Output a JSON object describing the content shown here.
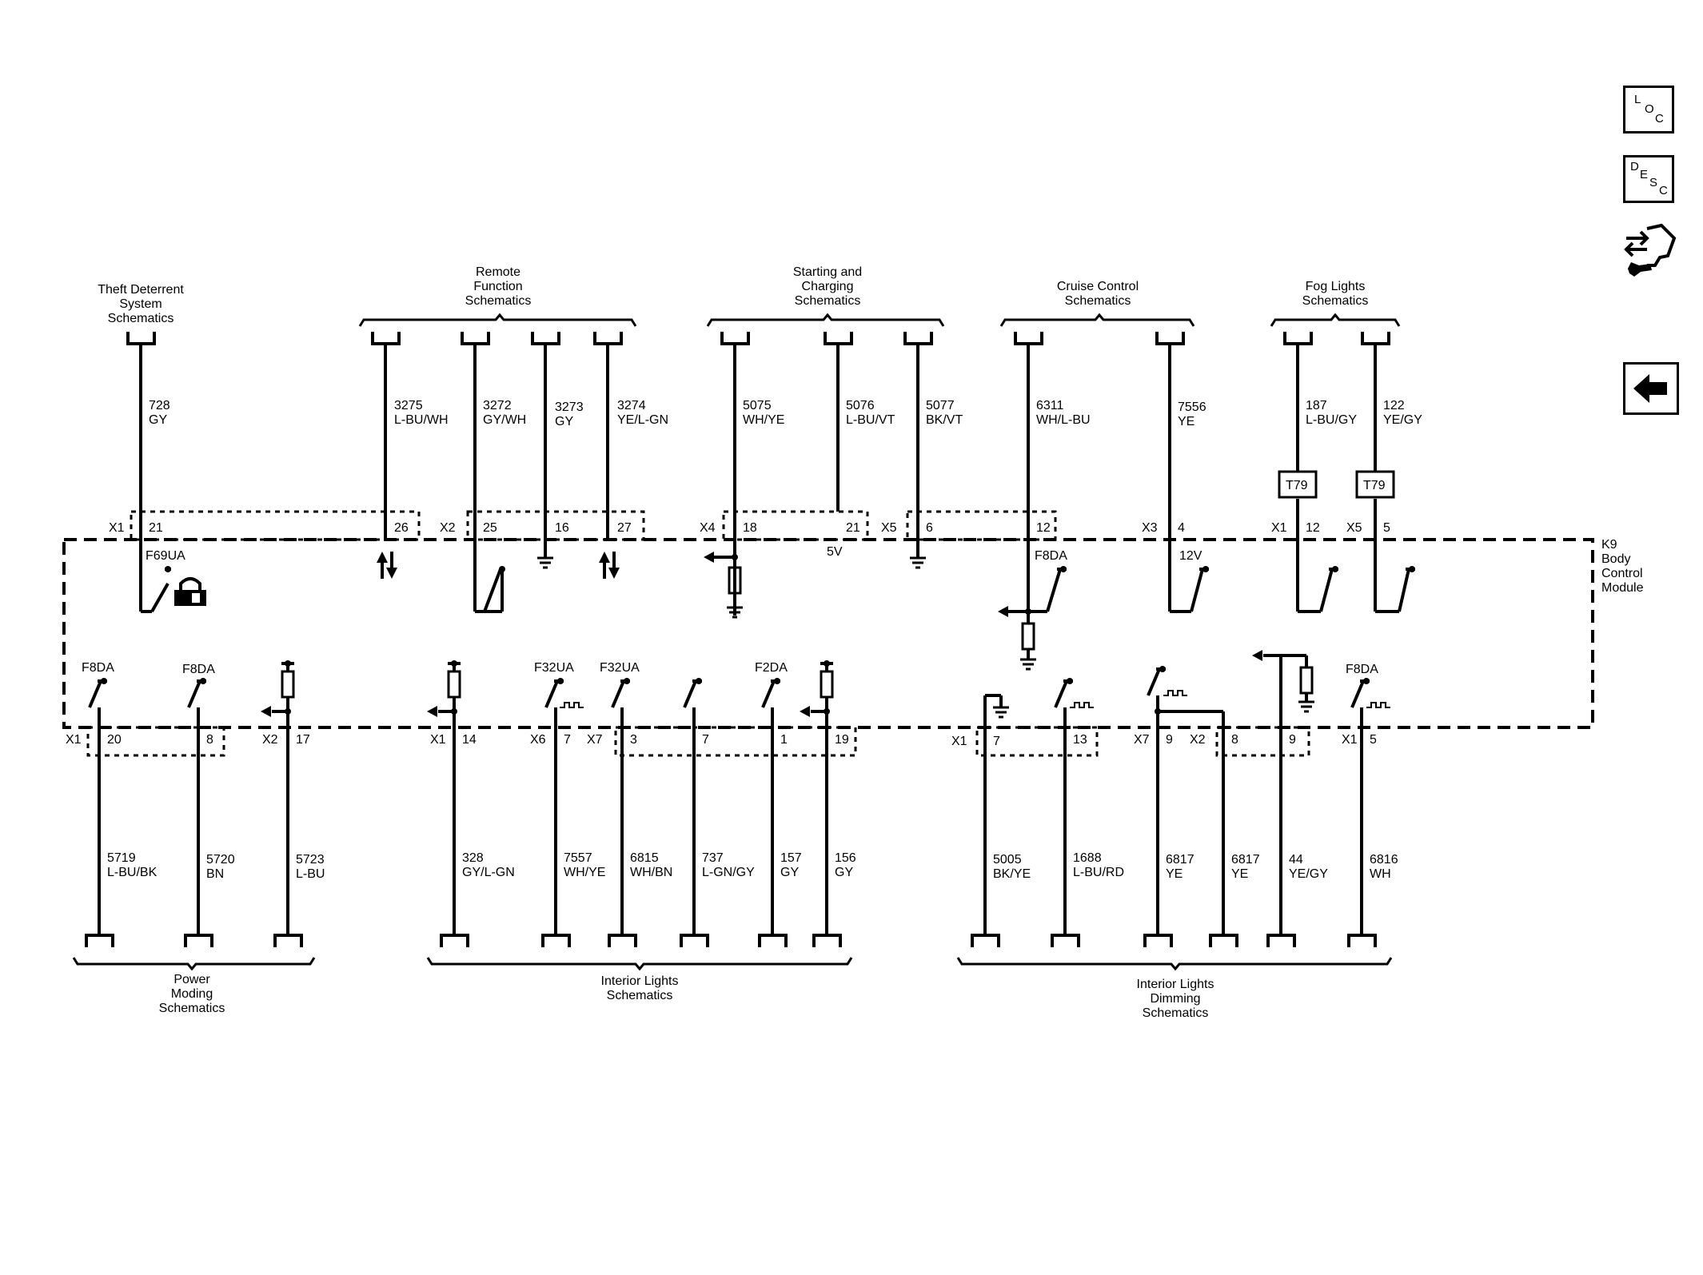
{
  "nav": {
    "loc": [
      "L",
      "O",
      "C"
    ],
    "desc": [
      "D",
      "E",
      "S",
      "C"
    ]
  },
  "module": {
    "id": "K9",
    "lines": [
      "Body",
      "Control",
      "Module"
    ]
  },
  "top_groups": [
    {
      "id": "theft",
      "lines": [
        "Theft Deterrent",
        "System",
        "Schematics"
      ]
    },
    {
      "id": "remote",
      "lines": [
        "Remote",
        "Function",
        "Schematics"
      ]
    },
    {
      "id": "starting",
      "lines": [
        "Starting and",
        "Charging",
        "Schematics"
      ]
    },
    {
      "id": "cruise",
      "lines": [
        "Cruise Control",
        "Schematics"
      ]
    },
    {
      "id": "fog",
      "lines": [
        "Fog Lights",
        "Schematics"
      ]
    }
  ],
  "bottom_groups": [
    {
      "id": "power",
      "lines": [
        "Power",
        "Moding",
        "Schematics"
      ]
    },
    {
      "id": "interior",
      "lines": [
        "Interior Lights",
        "Schematics"
      ]
    },
    {
      "id": "dimming",
      "lines": [
        "Interior Lights",
        "Dimming",
        "Schematics"
      ]
    }
  ],
  "top_wires": [
    {
      "circuit": "728",
      "color": "GY",
      "pin": "21"
    },
    {
      "circuit": "3275",
      "color": "L-BU/WH",
      "pin": "26"
    },
    {
      "circuit": "3272",
      "color": "GY/WH",
      "pin": "25"
    },
    {
      "circuit": "3273",
      "color": "GY",
      "pin": "16"
    },
    {
      "circuit": "3274",
      "color": "YE/L-GN",
      "pin": "27"
    },
    {
      "circuit": "5075",
      "color": "WH/YE",
      "pin": "18"
    },
    {
      "circuit": "5076",
      "color": "L-BU/VT",
      "pin": "21"
    },
    {
      "circuit": "5077",
      "color": "BK/VT",
      "pin": "6"
    },
    {
      "circuit": "6311",
      "color": "WH/L-BU",
      "pin": "12"
    },
    {
      "circuit": "7556",
      "color": "YE",
      "pin": "4"
    },
    {
      "circuit": "187",
      "color": "L-BU/GY",
      "pin": "12"
    },
    {
      "circuit": "122",
      "color": "YE/GY",
      "pin": "5"
    }
  ],
  "top_connectors": [
    "X1",
    "X2",
    "X4",
    "X5",
    "X3",
    "X1",
    "X5"
  ],
  "bottom_wires": [
    {
      "circuit": "5719",
      "color": "L-BU/BK",
      "pin": "20"
    },
    {
      "circuit": "5720",
      "color": "BN",
      "pin": "8"
    },
    {
      "circuit": "5723",
      "color": "L-BU",
      "pin": "17"
    },
    {
      "circuit": "328",
      "color": "GY/L-GN",
      "pin": "14"
    },
    {
      "circuit": "7557",
      "color": "WH/YE",
      "pin": "7"
    },
    {
      "circuit": "6815",
      "color": "WH/BN",
      "pin": "3"
    },
    {
      "circuit": "737",
      "color": "L-GN/GY",
      "pin": "7"
    },
    {
      "circuit": "157",
      "color": "GY",
      "pin": "1"
    },
    {
      "circuit": "156",
      "color": "GY",
      "pin": "19"
    },
    {
      "circuit": "5005",
      "color": "BK/YE",
      "pin": "7"
    },
    {
      "circuit": "1688",
      "color": "L-BU/RD",
      "pin": "13"
    },
    {
      "circuit": "6817",
      "color": "YE",
      "pin": "9"
    },
    {
      "circuit": "6817",
      "color": "YE",
      "pin": "8"
    },
    {
      "circuit": "44",
      "color": "YE/GY",
      "pin": "9"
    },
    {
      "circuit": "6816",
      "color": "WH",
      "pin": "5"
    }
  ],
  "bottom_connectors": [
    "X1",
    "X2",
    "X1",
    "X6",
    "X7",
    "X1",
    "X7",
    "X2",
    "X1"
  ],
  "fuses": {
    "f69ua": "F69UA",
    "f8da_top": "F8DA",
    "f8da_b1": "F8DA",
    "f8da_b2": "F8DA",
    "f32ua_1": "F32UA",
    "f32ua_2": "F32UA",
    "f2da": "F2DA",
    "f8da_b3": "F8DA"
  },
  "voltages": {
    "v5": "5V",
    "v12": "12V"
  },
  "inline": [
    "T79",
    "T79"
  ]
}
